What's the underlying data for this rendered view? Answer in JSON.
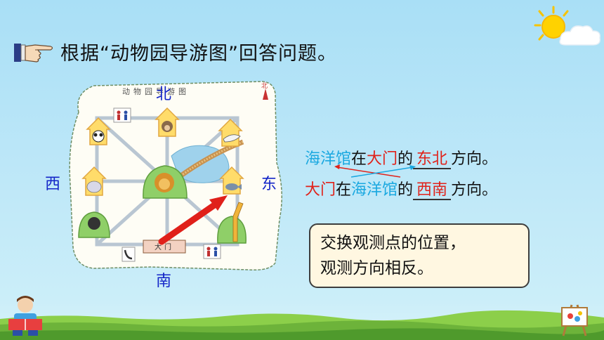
{
  "heading": "根据“动物园导游图”回答问题。",
  "map": {
    "title": "动物园导游图",
    "gate_label": "大门",
    "north_marker": "北"
  },
  "directions": {
    "north": "北",
    "south": "南",
    "west": "西",
    "east": "东"
  },
  "sentence1": {
    "part1": "海洋馆",
    "part2": "在",
    "part3": "大门",
    "part4": "的",
    "answer": "东北",
    "part5": "方向。"
  },
  "sentence2": {
    "part1": "大门",
    "part2": "在",
    "part3": "海洋馆",
    "part4": "的",
    "answer": "西南",
    "part5": "方向。"
  },
  "note": {
    "line1": "交换观测点的位置，",
    "line2": "观测方向相反。"
  },
  "colors": {
    "cyan_text": "#1aa8e0",
    "red_text": "#e0221a",
    "direction_text": "#1426c8",
    "note_bg": "#fff7e1",
    "arrow": "#e0201a"
  }
}
